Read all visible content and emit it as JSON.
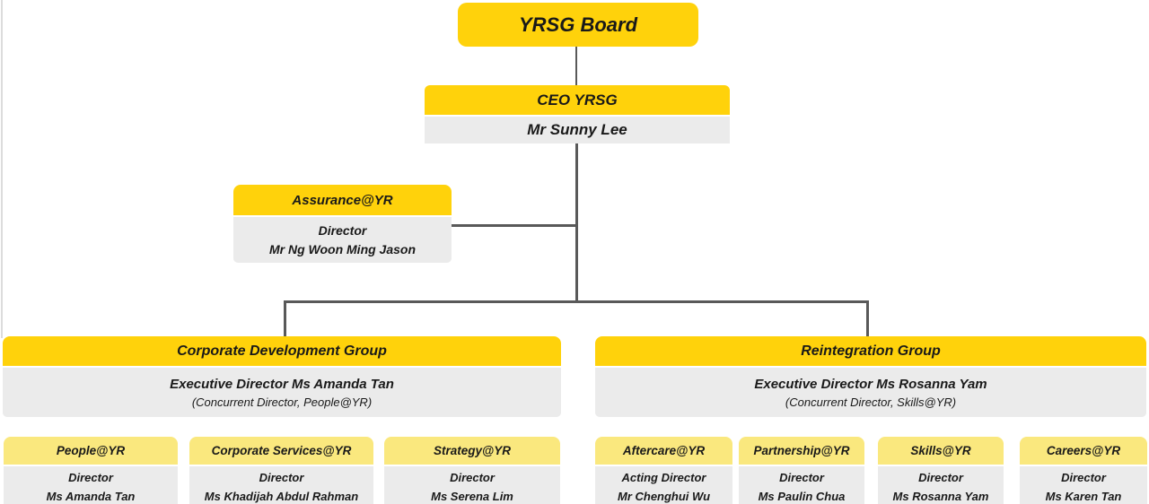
{
  "org_chart": {
    "board": {
      "title": "YRSG Board"
    },
    "ceo": {
      "title": "CEO YRSG",
      "name": "Mr Sunny Lee"
    },
    "assurance": {
      "title": "Assurance@YR",
      "role": "Director",
      "name": "Mr Ng Woon Ming Jason"
    },
    "groups": [
      {
        "title": "Corporate Development Group",
        "role_line": "Executive Director Ms Amanda Tan",
        "note": "(Concurrent Director, People@YR)"
      },
      {
        "title": "Reintegration Group",
        "role_line": "Executive Director Ms Rosanna Yam",
        "note": "(Concurrent Director, Skills@YR)"
      }
    ],
    "departments": [
      {
        "title": "People@YR",
        "role": "Director",
        "name": "Ms Amanda Tan"
      },
      {
        "title": "Corporate Services@YR",
        "role": "Director",
        "name": "Ms Khadijah Abdul Rahman"
      },
      {
        "title": "Strategy@YR",
        "role": "Director",
        "name": "Ms Serena Lim"
      },
      {
        "title": "Aftercare@YR",
        "role": "Acting Director",
        "name": "Mr Chenghui Wu"
      },
      {
        "title": "Partnership@YR",
        "role": "Director",
        "name": "Ms Paulin Chua"
      },
      {
        "title": "Skills@YR",
        "role": "Director",
        "name": "Ms Rosanna Yam"
      },
      {
        "title": "Careers@YR",
        "role": "Director",
        "name": "Ms Karen Tan"
      }
    ],
    "colors": {
      "header_yellow": "#FFD20B",
      "department_yellow": "#FAE87E",
      "body_grey": "#EBEBEB",
      "connector_grey": "#595959"
    }
  }
}
